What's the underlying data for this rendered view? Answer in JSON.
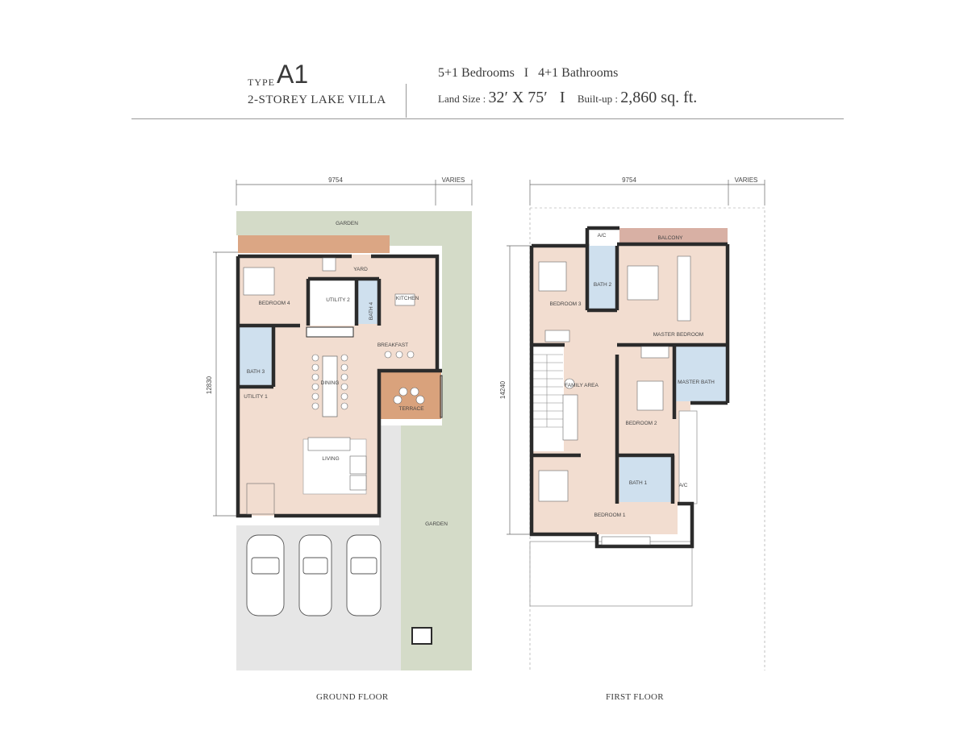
{
  "header": {
    "type_label": "TYPE",
    "type_value": "A1",
    "subtitle": "2-STOREY LAKE VILLA",
    "bedrooms": "5+1 Bedrooms",
    "bathrooms": "4+1 Bathrooms",
    "separator": "I",
    "land_size_label": "Land Size :",
    "land_size_value": "32′ X 75′",
    "built_up_label": "Built-up :",
    "built_up_value": "2,860 sq. ft."
  },
  "ground_floor": {
    "caption": "GROUND FLOOR",
    "dim_width": "9754",
    "dim_varies": "VARIES",
    "dim_depth": "12830",
    "rooms": {
      "garden_top": "GARDEN",
      "yard": "YARD",
      "bedroom4": "BEDROOM 4",
      "utility2": "UTILITY 2",
      "bath4": "BATH 4",
      "kitchen": "KITCHEN",
      "breakfast": "BREAKFAST",
      "bath3": "BATH 3",
      "dining": "DINING",
      "utility1": "UTILITY 1",
      "terrace": "TERRACE",
      "living": "LIVING",
      "garden_side": "GARDEN"
    }
  },
  "first_floor": {
    "caption": "FIRST FLOOR",
    "dim_width": "9754",
    "dim_varies": "VARIES",
    "dim_depth": "14240",
    "rooms": {
      "ac_top": "A/C",
      "balcony": "BALCONY",
      "bedroom3": "BEDROOM 3",
      "bath2": "BATH 2",
      "master_bedroom": "MASTER BEDROOM",
      "family_area": "FAMILY AREA",
      "master_bath": "MASTER BATH",
      "bedroom2": "BEDROOM 2",
      "bath1": "BATH 1",
      "ac_side": "A/C",
      "bedroom1": "BEDROOM 1"
    }
  },
  "colors": {
    "room_floor": "#f2ddd0",
    "wet_area": "#cfe0ee",
    "garden": "#d4dbc8",
    "terrace": "#d9a27c",
    "balcony": "#d8b0a4",
    "driveway": "#e6e6e6",
    "wall": "#2b2b2b"
  }
}
